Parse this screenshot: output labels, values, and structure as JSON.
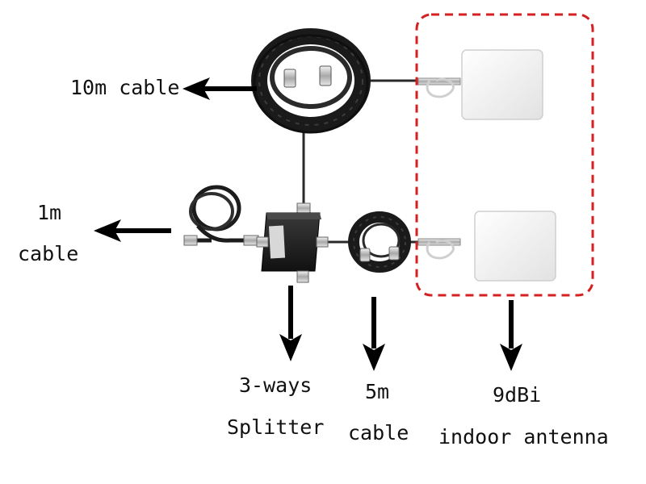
{
  "labels": {
    "cable_10m": "10m cable",
    "cable_1m_line1": "1m",
    "cable_1m_line2": "cable",
    "splitter_line1": "3-ways",
    "splitter_line2": "Splitter",
    "cable_5m_line1": "5m",
    "cable_5m_line2": "cable",
    "antenna_line1": "9dBi",
    "antenna_line2": "indoor antenna"
  },
  "colors": {
    "dashed_box": "#d42020",
    "arrow": "#000000",
    "cable": "#1a1a1a",
    "antenna_panel": "#f2f2f2"
  }
}
